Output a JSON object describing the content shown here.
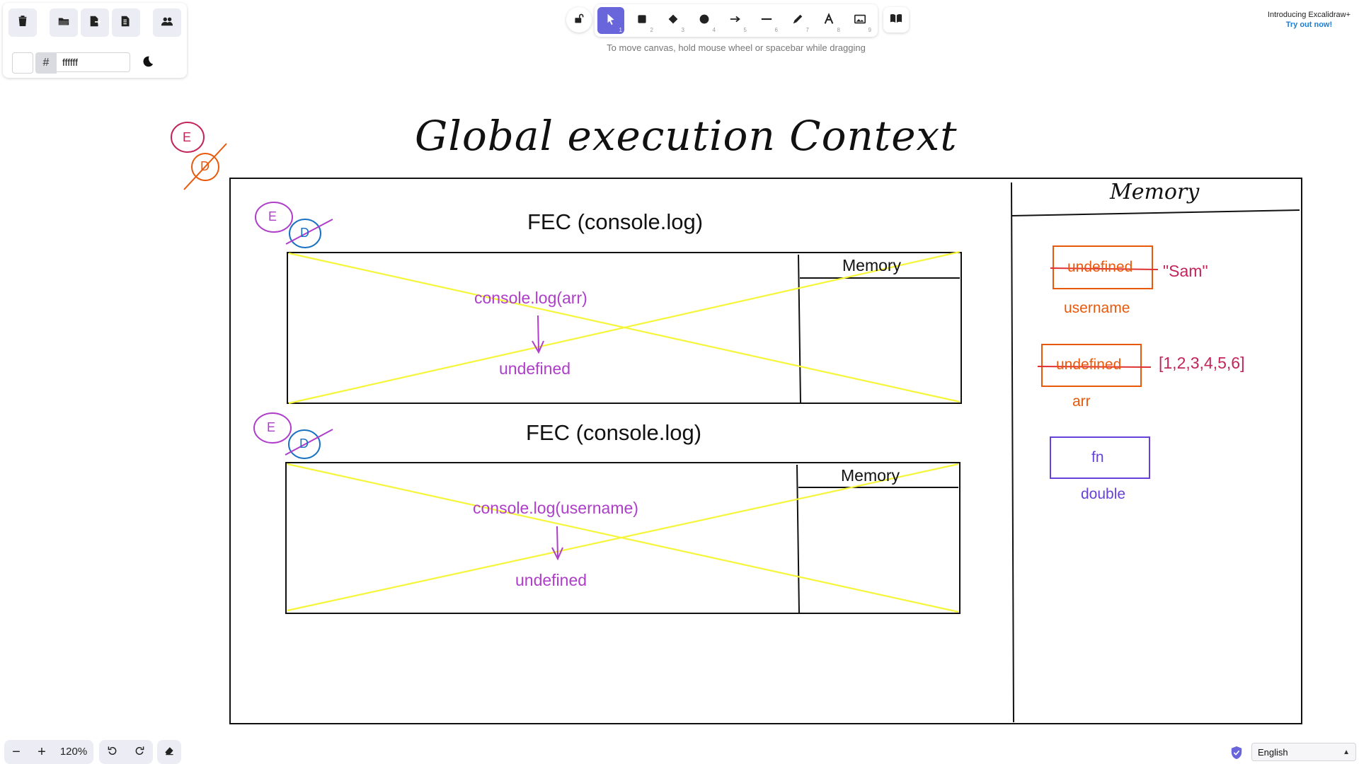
{
  "menu": {
    "icons": [
      "trash-icon",
      "folder-open-icon",
      "export-icon",
      "save-as-icon",
      "collaborate-icon"
    ],
    "hash": "#",
    "background_hex": "ffffff",
    "theme_icon": "moon-icon"
  },
  "toolbar": {
    "lock_icon": "unlock-icon",
    "tools": [
      {
        "name": "selection",
        "icon": "pointer-icon",
        "shortcut": "1"
      },
      {
        "name": "rectangle",
        "icon": "square-icon",
        "shortcut": "2"
      },
      {
        "name": "diamond",
        "icon": "diamond-icon",
        "shortcut": "3"
      },
      {
        "name": "ellipse",
        "icon": "circle-icon",
        "shortcut": "4"
      },
      {
        "name": "arrow",
        "icon": "arrow-icon",
        "shortcut": "5"
      },
      {
        "name": "line",
        "icon": "line-icon",
        "shortcut": "6"
      },
      {
        "name": "draw",
        "icon": "pencil-icon",
        "shortcut": "7"
      },
      {
        "name": "text",
        "icon": "text-icon",
        "shortcut": "8"
      },
      {
        "name": "image",
        "icon": "image-icon",
        "shortcut": "9"
      }
    ],
    "active_tool": "selection",
    "library_icon": "book-icon",
    "hint": "To move canvas, hold mouse wheel or spacebar while dragging"
  },
  "promo": {
    "line1": "Introducing Excalidraw+",
    "line2": "Try out now!"
  },
  "canvas": {
    "title": "Global execution Context",
    "corner_e": "E",
    "corner_d": "D",
    "fec1": {
      "e": "E",
      "d": "D",
      "label": "FEC (console.log)",
      "memory": "Memory",
      "code": "console.log(arr)",
      "result": "undefined"
    },
    "fec2": {
      "e": "E",
      "d": "D",
      "label": "FEC (console.log)",
      "memory": "Memory",
      "code": "console.log(username)",
      "result": "undefined"
    },
    "global_memory": {
      "title": "Memory",
      "username_box": "undefined",
      "username_value": "\"Sam\"",
      "username_label": "username",
      "arr_box": "undefined",
      "arr_value": "[1,2,3,4,5,6]",
      "arr_label": "arr",
      "double_box": "fn",
      "double_label": "double"
    },
    "colors": {
      "pink": "#c2255c",
      "orange": "#e8590c",
      "magenta": "#ae3ec9",
      "blue": "#1971c2",
      "yellow": "#f5f53a",
      "violet": "#6741d9"
    }
  },
  "bottom": {
    "zoom_out": "−",
    "zoom_in": "+",
    "zoom": "120%",
    "undo_icon": "undo-icon",
    "redo_icon": "redo-icon",
    "eraser_icon": "eraser-icon",
    "shield_icon": "shield-icon",
    "language": "English"
  }
}
